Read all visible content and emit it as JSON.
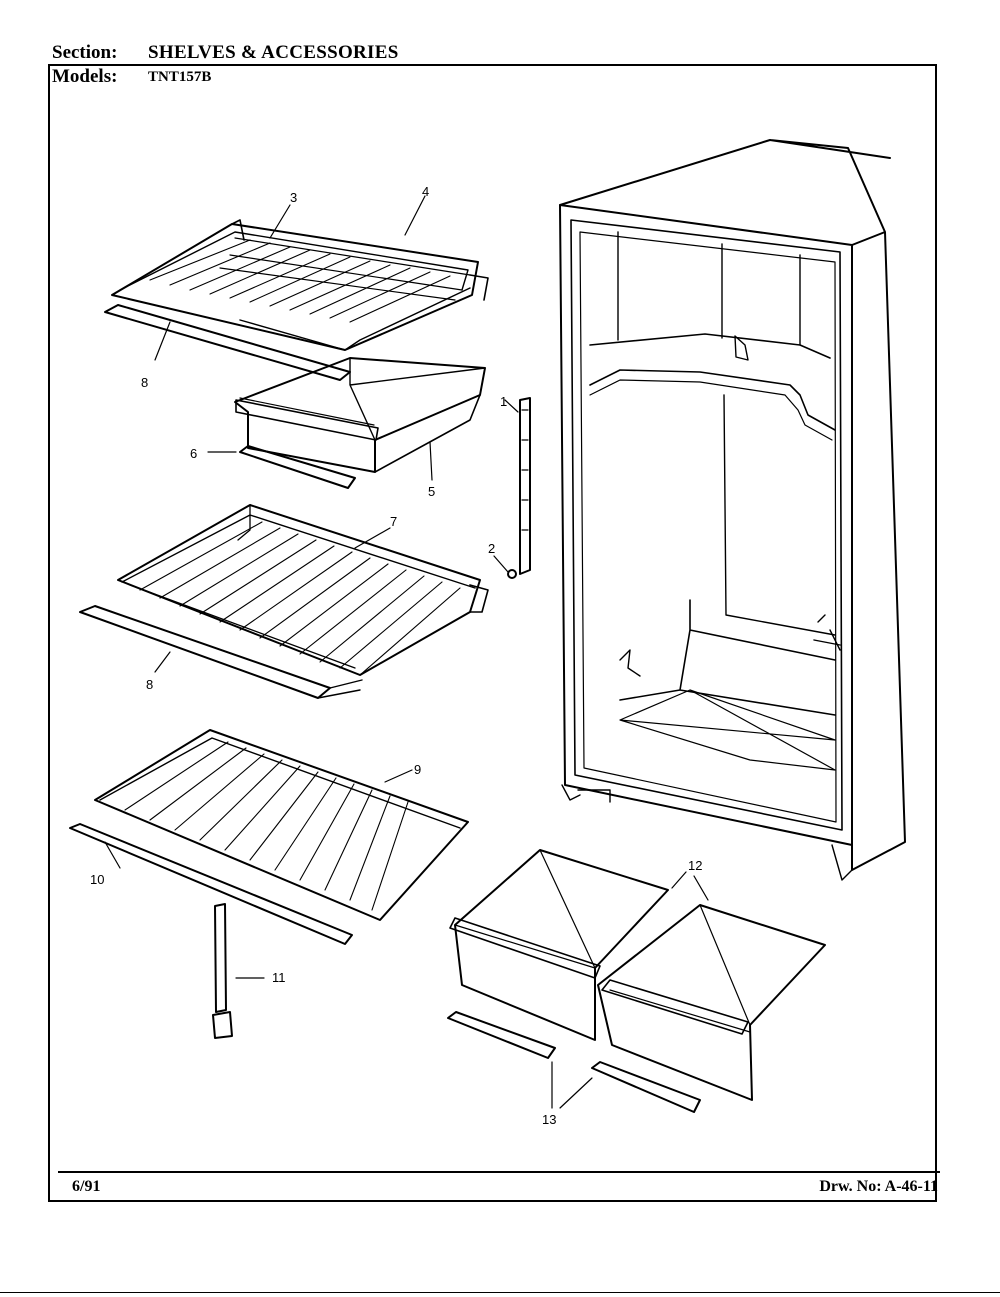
{
  "header": {
    "section_label": "Section:",
    "section_value": "SHELVES & ACCESSORIES",
    "models_label": "Models:",
    "models_value": "TNT157B"
  },
  "footer": {
    "date": "6/91",
    "drawing_number": "Drw. No: A-46-11"
  },
  "callouts": [
    "1",
    "2",
    "3",
    "4",
    "5",
    "6",
    "7",
    "8",
    "8",
    "9",
    "10",
    "11",
    "12",
    "13"
  ]
}
